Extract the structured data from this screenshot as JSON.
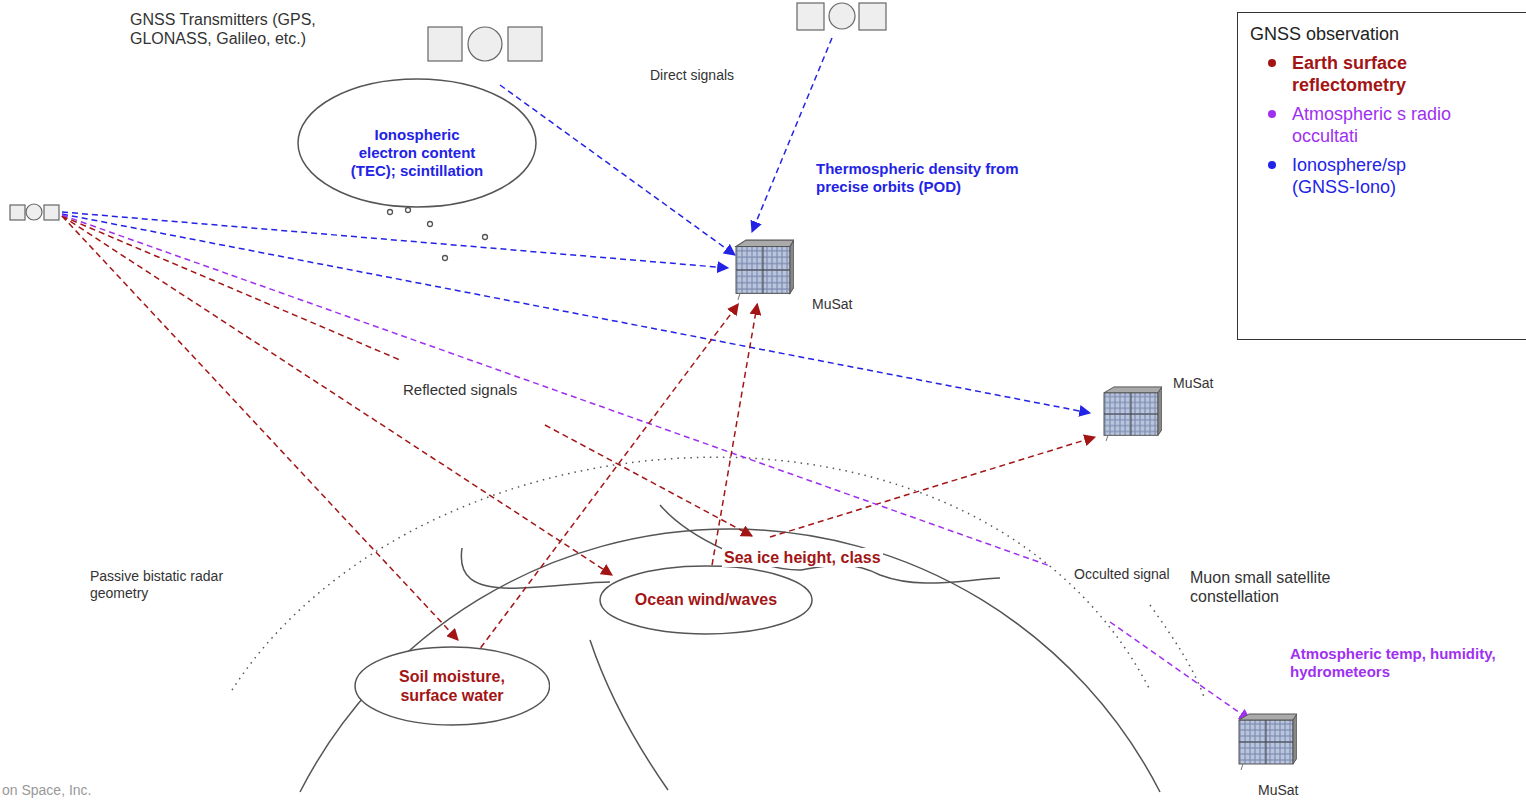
{
  "diagram": {
    "nodes": [
      {
        "text": [
          "GNSS observation",
          "Earth surface reflectometry",
          "Atmospheric s radio occultati",
          "Ionosphere/sp (GNSS-Iono)"
        ]
      },
      {
        "text": [
          "Ionospheric electron content (TEC); scintillation"
        ]
      },
      {
        "text": [
          "MuSat"
        ]
      },
      {
        "text": [
          "MuSat"
        ]
      },
      {
        "text": [
          "Ocean wind/waves"
        ]
      },
      {
        "text": [
          "Soil moisture, surface water"
        ]
      },
      {
        "text": [
          "MuSat"
        ]
      }
    ],
    "edges": [
      {
        "from": 5,
        "to": 2,
        "arrow": "to"
      },
      {
        "from": 4,
        "to": 2,
        "arrow": "to"
      }
    ],
    "labels": [
      "GNSS Transmitters (GPS, GLONASS, Galileo, etc.)",
      "Direct signals",
      "Thermospheric density from precise orbits (POD)",
      "Reflected signals",
      "Passive bistatic radar geometry",
      "Sea ice height, class",
      "Occulted signal",
      "Muon small satellite constellation",
      "Atmospheric temp, humidity, hydrometeors",
      "on Space, Inc."
    ]
  }
}
